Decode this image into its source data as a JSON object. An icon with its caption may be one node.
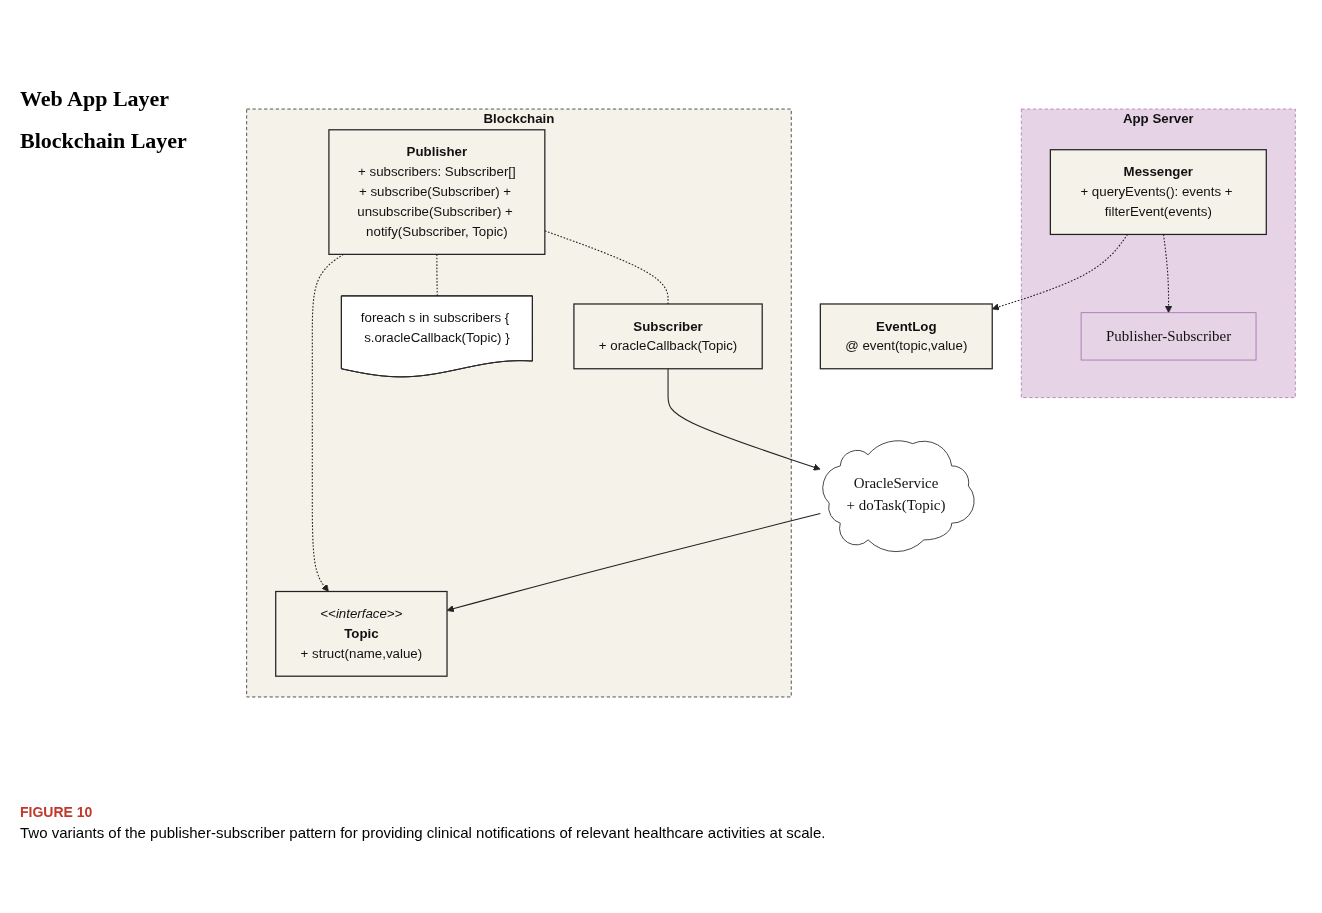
{
  "diagram": {
    "caption": "Two variants of the publisher-subscriber pattern for providing clinical notifications of relevant healthcare activities at scale.",
    "nodes": [
      {
        "text": [
          "App Server"
        ]
      },
      {
        "text": [
          "Publisher-Subscriber"
        ],
        "in": 0
      },
      {
        "text": [
          "Messenger",
          "+ queryEvents(): events + filterEvent(events)"
        ],
        "in": 0
      },
      {
        "text": [
          "EventLog",
          "@ event(topic,value)"
        ]
      },
      {
        "text": [
          "Blockchain"
        ]
      },
      {
        "text": [
          "<<interface>>",
          "Topic",
          "+ struct(name,value)"
        ],
        "in": 4
      },
      {
        "text": [
          "Publisher",
          "+ subscribers: Subscriber[]",
          "+ subscribe(Subscriber) + unsubscribe(Subscriber) + notify(Subscriber, Topic)"
        ],
        "in": 4
      },
      {
        "text": [
          "Subscriber",
          "+ oracleCallback(Topic)"
        ],
        "in": 4
      },
      {
        "text": [
          "foreach s in subscribers { s.oracleCallback(Topic) }"
        ],
        "in": 4
      },
      {
        "text": [
          "OracleService",
          "+ doTask(Topic)"
        ]
      }
    ],
    "edges": [
      {
        "from": 2,
        "to": 1,
        "arrow": "to",
        "style": "dashed"
      },
      {
        "from": 2,
        "to": 3,
        "arrow": "to",
        "style": "dashed"
      },
      {
        "from": 6,
        "to": 5,
        "arrow": "to",
        "style": "dashed"
      },
      {
        "from": 6,
        "to": 7,
        "arrow": "none",
        "style": "dashed"
      },
      {
        "from": 7,
        "to": 9,
        "arrow": "to"
      },
      {
        "from": 9,
        "to": 5,
        "arrow": "to"
      },
      {
        "from": 6,
        "to": 8,
        "arrow": "none",
        "style": "dashed"
      }
    ],
    "labels": [
      "Web App Layer",
      "Blockchain Layer",
      "FIGURE 10"
    ]
  }
}
